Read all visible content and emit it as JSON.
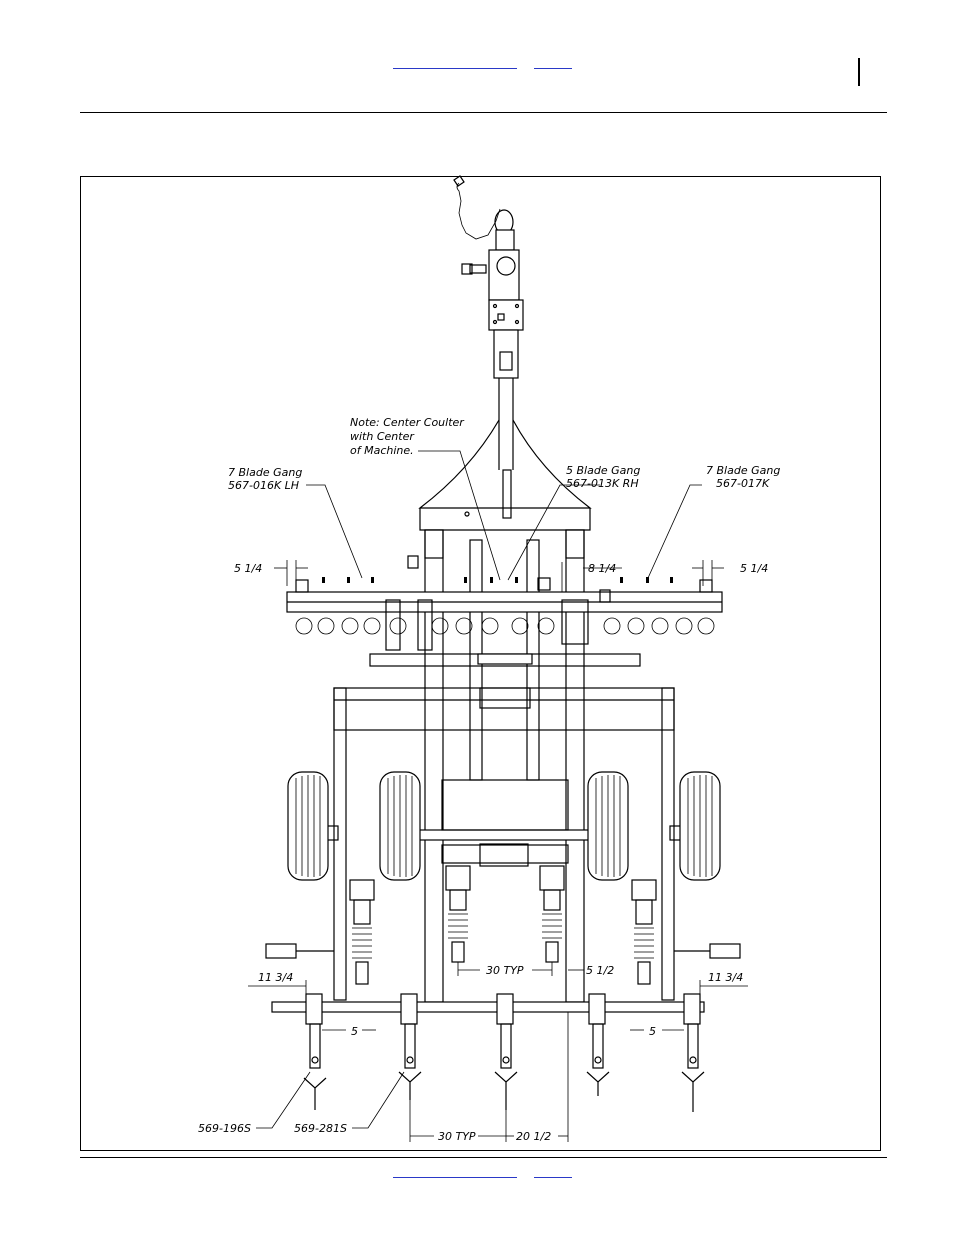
{
  "labels": {
    "note": [
      "Note: Center Coulter",
      "with Center",
      "of Machine."
    ],
    "gang_lh": [
      "7 Blade Gang",
      "567-016K LH"
    ],
    "gang_center": [
      "5 Blade Gang",
      "567-013K RH"
    ],
    "gang_rh": [
      "7 Blade Gang",
      "567-017K"
    ],
    "dim_5_1_4_left": "5 1/4",
    "dim_8_1_4": "8 1/4",
    "dim_5_1_4_right": "5 1/4",
    "dim_11_3_4_left": "11 3/4",
    "dim_30_typ_upper": "30 TYP",
    "dim_5_1_2": "5 1/2",
    "dim_11_3_4_right": "11 3/4",
    "dim_5_left": "5",
    "dim_5_right": "5",
    "part_569_196s": "569-196S",
    "part_569_281s": "569-281S",
    "dim_30_typ_lower": "30 TYP",
    "dim_20_1_2": "20 1/2"
  }
}
